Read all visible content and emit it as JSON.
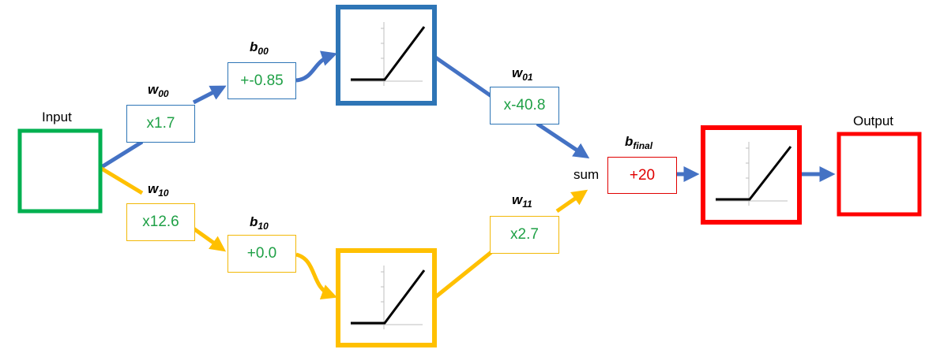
{
  "colors": {
    "blue": "#4472c4",
    "yellow": "#ffc000",
    "green": "#00b050",
    "red": "#ff0000",
    "value_green": "#1fa046",
    "value_red": "#e00000"
  },
  "nodes": {
    "input_label": "Input",
    "output_label": "Output",
    "sum_label": "sum"
  },
  "weights": {
    "w00": {
      "symbol": "w",
      "sub": "00",
      "value": "x1.7"
    },
    "w10": {
      "symbol": "w",
      "sub": "10",
      "value": "x12.6"
    },
    "w01": {
      "symbol": "w",
      "sub": "01",
      "value": "x-40.8"
    },
    "w11": {
      "symbol": "w",
      "sub": "11",
      "value": "x2.7"
    }
  },
  "biases": {
    "b00": {
      "symbol": "b",
      "sub": "00",
      "value": "+-0.85"
    },
    "b10": {
      "symbol": "b",
      "sub": "10",
      "value": "+0.0"
    },
    "bfinal": {
      "symbol": "b",
      "sub": "final",
      "value": "+20"
    }
  },
  "activations": [
    "relu-icon",
    "relu-icon",
    "relu-icon"
  ]
}
